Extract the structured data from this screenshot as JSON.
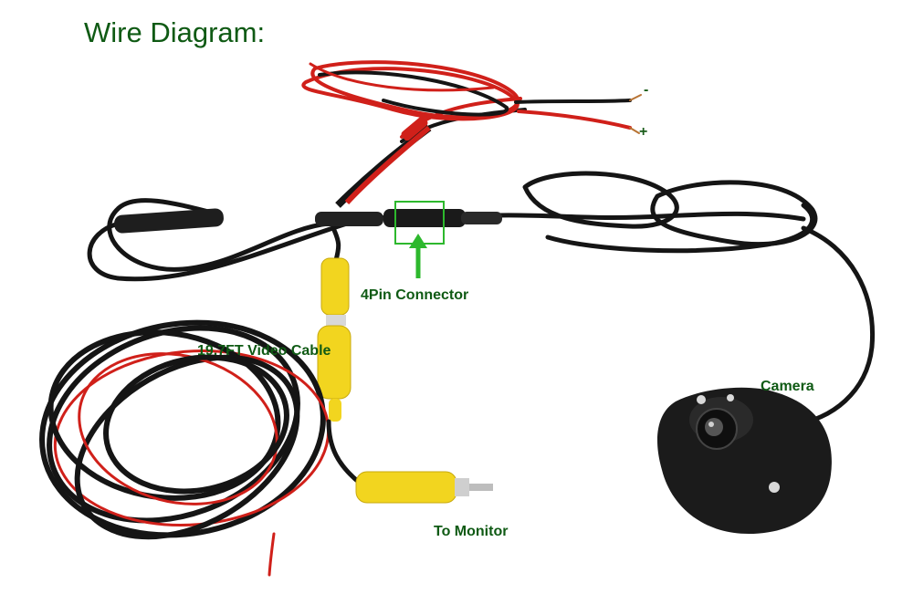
{
  "title": "Wire Diagram:",
  "labels": {
    "connector": "4Pin Connector",
    "video_cable": "19.7FT Video Cable",
    "camera": "Camera",
    "monitor": "To Monitor",
    "minus": "-",
    "plus": "+"
  },
  "colors": {
    "label_green": "#0f5a14",
    "highlight_green": "#2db82d",
    "cable_black": "#151515",
    "wire_red": "#d0201a",
    "rca_yellow": "#f2d51f"
  }
}
